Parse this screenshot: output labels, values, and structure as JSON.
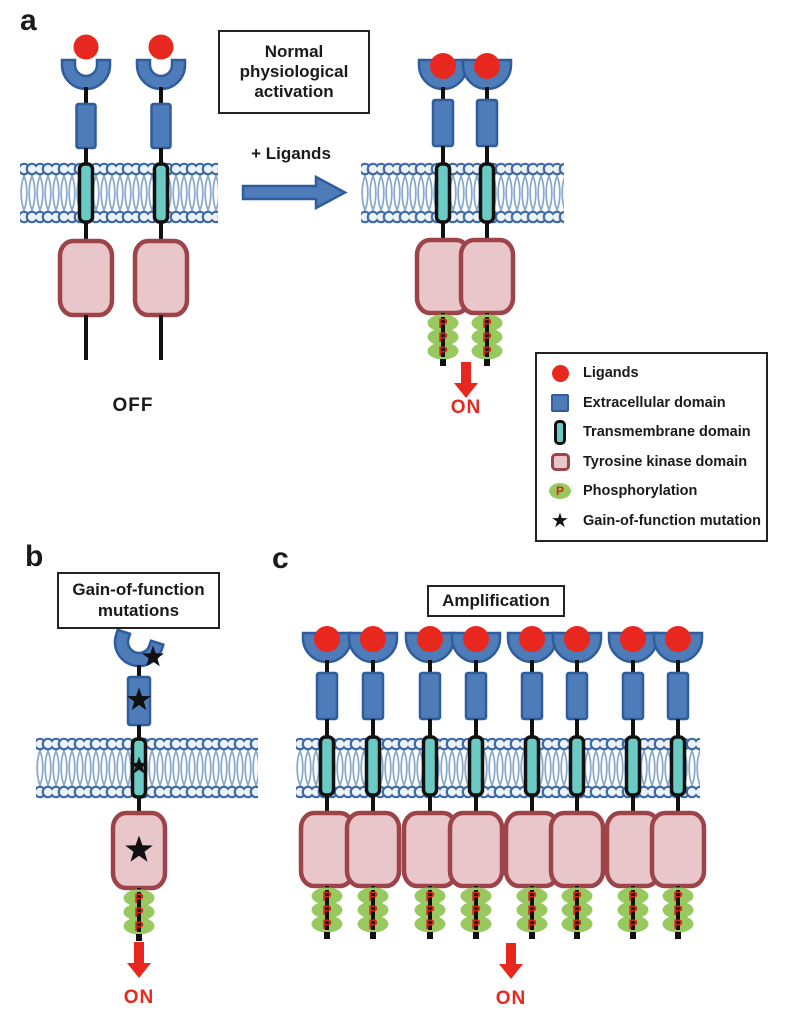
{
  "panels": {
    "a": {
      "label": "a",
      "activation_box": "Normal physiological activation",
      "plus_ligands": "+ Ligands",
      "off_label": "OFF",
      "on_label": "ON"
    },
    "b": {
      "label": "b",
      "mutation_box": "Gain-of-function mutations",
      "on_label": "ON"
    },
    "c": {
      "label": "c",
      "amplification_box": "Amplification",
      "on_label": "ON"
    }
  },
  "legend": {
    "items": [
      {
        "icon": "ligand-icon",
        "label": "Ligands"
      },
      {
        "icon": "extracellular-domain-icon",
        "label": "Extracellular domain"
      },
      {
        "icon": "transmembrane-domain-icon",
        "label": "Transmembrane domain"
      },
      {
        "icon": "tyrosine-kinase-domain-icon",
        "label": "Tyrosine kinase domain"
      },
      {
        "icon": "phosphorylation-icon",
        "label": "Phosphorylation"
      },
      {
        "icon": "gain-of-function-icon",
        "label": "Gain-of-function mutation"
      }
    ]
  },
  "glyphs": {
    "phospho_label": "P",
    "star": "★"
  },
  "colors": {
    "blue": "#4d7cb8",
    "blueDark": "#2f5c9c",
    "red": "#e8281e",
    "pink": "#e9c6c9",
    "pinkDark": "#9c4449",
    "teal": "#6bcac4",
    "green": "#97c95f",
    "pRed": "#d4261c",
    "ink": "#1a1a1a",
    "memStroke": "#3e6ba6",
    "memFill": "#edf2f8",
    "memTail": "#8aaace"
  }
}
